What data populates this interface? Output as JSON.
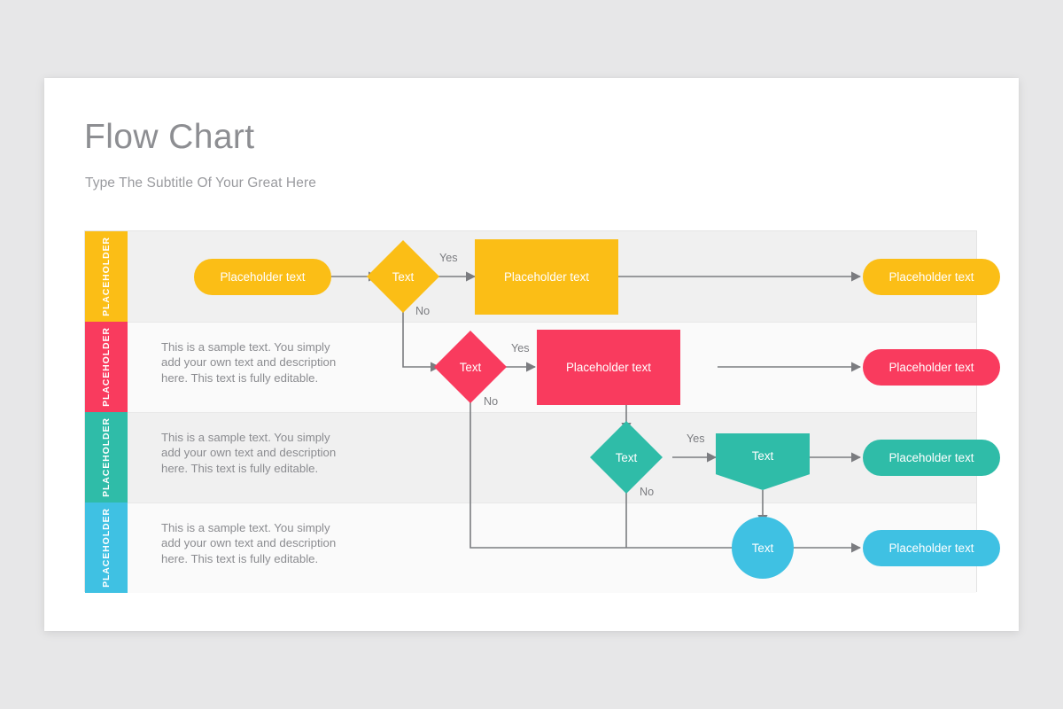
{
  "page": {
    "background": "#e7e7e8",
    "slide_background": "#ffffff"
  },
  "header": {
    "title": "Flow Chart",
    "subtitle": "Type The Subtitle Of Your Great Here",
    "title_color": "#8d8e92",
    "subtitle_color": "#9a9b9f"
  },
  "colors": {
    "yellow": "#fbbe16",
    "red": "#f93b5e",
    "teal": "#2fbca8",
    "blue": "#3fc1e3",
    "connector": "#7b7c80",
    "row_odd": "#f0f0f0",
    "row_even": "#fafafa"
  },
  "rows": [
    {
      "tag": "PLACEHOLDER",
      "color": "#fbbe16",
      "description": "",
      "nodes": [
        {
          "name": "start-pill",
          "shape": "pill",
          "label": "Placeholder text"
        },
        {
          "name": "decision",
          "shape": "diamond",
          "label": "Text"
        },
        {
          "name": "process-rect",
          "shape": "rect",
          "label": "Placeholder text"
        },
        {
          "name": "end-pill",
          "shape": "pill",
          "label": "Placeholder text"
        }
      ],
      "edge_labels": {
        "yes": "Yes",
        "no": "No"
      }
    },
    {
      "tag": "PLACEHOLDER",
      "color": "#f93b5e",
      "description": "This is a sample text. You simply add your own text and description here. This text is fully editable.",
      "nodes": [
        {
          "name": "decision",
          "shape": "diamond",
          "label": "Text"
        },
        {
          "name": "process-rect",
          "shape": "rect",
          "label": "Placeholder text"
        },
        {
          "name": "end-pill",
          "shape": "pill",
          "label": "Placeholder text"
        }
      ],
      "edge_labels": {
        "yes": "Yes",
        "no": "No"
      }
    },
    {
      "tag": "PLACEHOLDER",
      "color": "#2fbca8",
      "description": "This is a sample text. You simply add your own text and description here. This text is fully editable.",
      "nodes": [
        {
          "name": "decision",
          "shape": "diamond",
          "label": "Text"
        },
        {
          "name": "process-pentagon",
          "shape": "pentagon",
          "label": "Text"
        },
        {
          "name": "end-pill",
          "shape": "pill",
          "label": "Placeholder text"
        }
      ],
      "edge_labels": {
        "yes": "Yes",
        "no": "No"
      }
    },
    {
      "tag": "PLACEHOLDER",
      "color": "#3fc1e3",
      "description": "This is a sample text. You simply add your own text and description here. This text is fully editable.",
      "nodes": [
        {
          "name": "process-circle",
          "shape": "circle",
          "label": "Text"
        },
        {
          "name": "end-pill",
          "shape": "pill",
          "label": "Placeholder text"
        }
      ],
      "edge_labels": {}
    }
  ]
}
